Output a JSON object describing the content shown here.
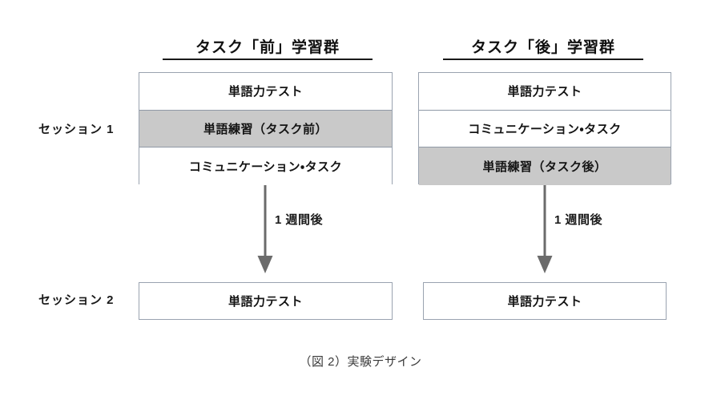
{
  "figure": {
    "caption": "（図 2）実験デザイン",
    "accent_gray": "#c9c9c9",
    "border_color": "#9aa3b0",
    "arrow_color": "#6b6b6b"
  },
  "row_labels": {
    "session_1": "セッション 1",
    "session_2": "セッション 2"
  },
  "columns": [
    {
      "header": "タスク「前」学習群",
      "session1_steps": [
        {
          "label": "単語力テスト",
          "highlighted": false
        },
        {
          "label": "単語練習（タスク前）",
          "highlighted": true
        },
        {
          "label": "コミュニケーション・タスク",
          "highlighted": false
        }
      ],
      "interval_label": "1 週間後",
      "session2_step": {
        "label": "単語力テスト",
        "highlighted": false
      }
    },
    {
      "header": "タスク「後」学習群",
      "session1_steps": [
        {
          "label": "単語力テスト",
          "highlighted": false
        },
        {
          "label": "コミュニケーション・タスク",
          "highlighted": false
        },
        {
          "label": "単語練習（タスク後）",
          "highlighted": true
        }
      ],
      "interval_label": "1 週間後",
      "session2_step": {
        "label": "単語力テスト",
        "highlighted": false
      }
    }
  ]
}
